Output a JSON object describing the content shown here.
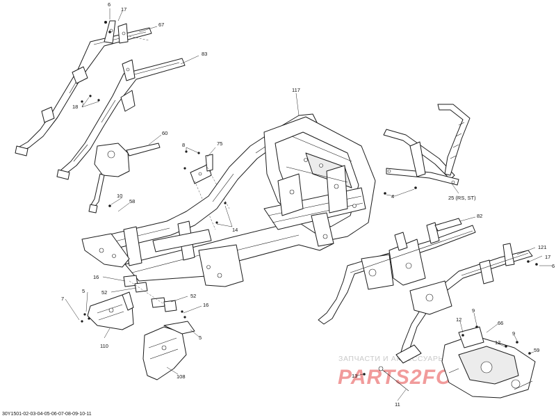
{
  "diagram": {
    "callouts": {
      "c6a": "6",
      "c17a": "17",
      "c67": "67",
      "c83": "83",
      "c18": "18",
      "c60": "60",
      "c8": "8",
      "c75": "75",
      "c117": "117",
      "c10": "10",
      "c58": "58",
      "c14": "14",
      "c4": "4",
      "c25": "25 (RS, ST)",
      "c82": "82",
      "c121": "121",
      "c17b": "17",
      "c6b": "6",
      "c16a": "16",
      "c52a": "52",
      "c5a": "5",
      "c7": "7",
      "c110": "110",
      "c52b": "52",
      "c16b": "16",
      "c5b": "5",
      "c108": "108",
      "c9a": "9",
      "c12a": "12",
      "c66": "66",
      "c9b": "9",
      "c12b": "12",
      "c59": "59",
      "c13": "13",
      "c11": "11"
    },
    "footer_code": "30Y1501-02-03-04-05-06-07-08-09-10-11",
    "watermark_text": "ЗАПЧАСТИ И АКСЕССУАРЫ ДЛЯ МОТОТЕХНИКИ",
    "watermark_logo": "PARTS2FOR.RU",
    "watermark_color": "#ef8a8a",
    "line_color": "#1a1a1a"
  }
}
